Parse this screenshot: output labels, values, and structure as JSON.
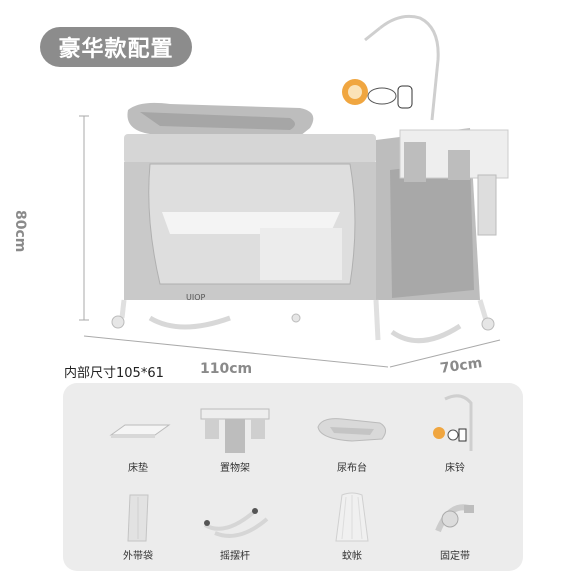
{
  "badge_title": "豪华款配置",
  "dimensions": {
    "height": "80cm",
    "width": "110cm",
    "depth": "70cm",
    "inner_size": "内部尺寸105*61"
  },
  "crib_brand": "UIOP",
  "accessories": [
    {
      "label": "床垫",
      "icon": "mattress-icon"
    },
    {
      "label": "置物架",
      "icon": "storage-rack-icon"
    },
    {
      "label": "尿布台",
      "icon": "changing-table-icon"
    },
    {
      "label": "床铃",
      "icon": "crib-mobile-icon"
    },
    {
      "label": "外带袋",
      "icon": "carry-bag-icon"
    },
    {
      "label": "摇摆杆",
      "icon": "rocking-bar-icon"
    },
    {
      "label": "蚊帐",
      "icon": "mosquito-net-icon"
    },
    {
      "label": "固定带",
      "icon": "fixing-strap-icon"
    }
  ]
}
